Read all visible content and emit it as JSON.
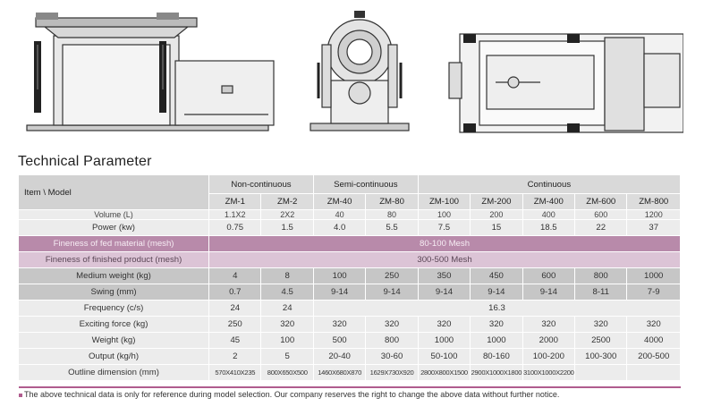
{
  "title": "Technical Parameter",
  "table": {
    "header_item": "Item \\ Model",
    "groups": [
      "Non-continuous",
      "Semi-continuous",
      "Continuous"
    ],
    "models": [
      "ZM-1",
      "ZM-2",
      "ZM-40",
      "ZM-80",
      "ZM-100",
      "ZM-200",
      "ZM-400",
      "ZM-600",
      "ZM-800"
    ],
    "volume": {
      "label": "Volume (L)",
      "values": [
        "1.1X2",
        "2X2",
        "40",
        "80",
        "100",
        "200",
        "400",
        "600",
        "1200"
      ]
    },
    "power": {
      "label": "Power (kw)",
      "values": [
        "0.75",
        "1.5",
        "4.0",
        "5.5",
        "7.5",
        "15",
        "18.5",
        "22",
        "37"
      ]
    },
    "fineness_fed": {
      "label": "Fineness of fed material (mesh)",
      "value": "80-100 Mesh"
    },
    "fineness_finished": {
      "label": "Fineness of finished product (mesh)",
      "value": "300-500 Mesh"
    },
    "medium_weight": {
      "label": "Medium weight (kg)",
      "values": [
        "4",
        "8",
        "100",
        "250",
        "350",
        "450",
        "600",
        "800",
        "1000"
      ]
    },
    "swing": {
      "label": "Swing (mm)",
      "values": [
        "0.7",
        "4.5",
        "9-14",
        "9-14",
        "9-14",
        "9-14",
        "9-14",
        "8-11",
        "7-9"
      ]
    },
    "frequency": {
      "label": "Frequency (c/s)",
      "values": [
        "24",
        "24"
      ],
      "merged": "16.3"
    },
    "exciting_force": {
      "label": "Exciting force (kg)",
      "values": [
        "250",
        "320",
        "320",
        "320",
        "320",
        "320",
        "320",
        "320",
        "320"
      ]
    },
    "weight": {
      "label": "Weight (kg)",
      "values": [
        "45",
        "100",
        "500",
        "800",
        "1000",
        "1000",
        "2000",
        "2500",
        "4000"
      ]
    },
    "output": {
      "label": "Output (kg/h)",
      "values": [
        "2",
        "5",
        "20-40",
        "30-60",
        "50-100",
        "80-160",
        "100-200",
        "100-300",
        "200-500"
      ]
    },
    "outline": {
      "label": "Outline dimension (mm)",
      "values": [
        "570X410X235",
        "800X650X500",
        "1460X680X870",
        "1629X730X920",
        "2800X800X1500",
        "2900X1000X1800",
        "3100X1000X2200",
        "",
        ""
      ]
    }
  },
  "note": "The above technical data is only for reference during model selection. Our company  reserves the right to change the above data without further notice.",
  "colors": {
    "accent": "#b05c8e",
    "purple_row": "#b88aaa",
    "light_purple_row": "#dcc4d6",
    "header_gray": "#d2d2d2"
  }
}
